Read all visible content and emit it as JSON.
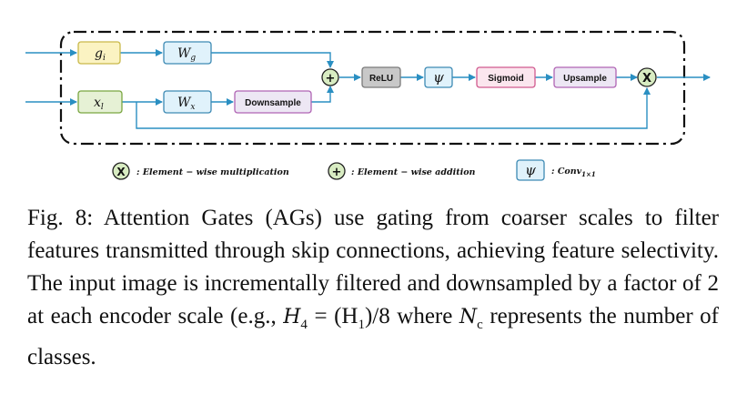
{
  "diagram": {
    "blocks": {
      "gi": {
        "base": "g",
        "sub": "i",
        "fill": "#fbf3c2",
        "stroke": "#c9b94a"
      },
      "wg": {
        "base": "W",
        "sub": "g",
        "fill": "#e0f2fb",
        "stroke": "#3d8ab4"
      },
      "xl": {
        "base": "x",
        "sub": "l",
        "fill": "#e6f1d5",
        "stroke": "#79a640"
      },
      "wx": {
        "base": "W",
        "sub": "x",
        "fill": "#e0f2fb",
        "stroke": "#3d8ab4"
      },
      "downsample": {
        "label": "Downsample",
        "fill": "#ede7f4",
        "stroke": "#b064b4"
      },
      "relu": {
        "label": "ReLU",
        "fill": "#c8c8c8",
        "stroke": "#7a7a7a"
      },
      "psi": {
        "label": "ψ",
        "fill": "#e0f2fb",
        "stroke": "#3d8ab4"
      },
      "sigmoid": {
        "label": "Sigmoid",
        "fill": "#fbe6ee",
        "stroke": "#d15a8f"
      },
      "upsample": {
        "label": "Upsample",
        "fill": "#ede7f4",
        "stroke": "#b064b4"
      }
    },
    "add_symbol": "+",
    "mult_symbol": "X",
    "arrow_color": "#2a8fc2",
    "add_fill": "#d8ecc2",
    "mult_fill": "#d8ecc2",
    "legend": {
      "mult": {
        "symbol": "X",
        "text": ": Element − wise multiplication"
      },
      "add": {
        "symbol": "+",
        "text": ": Element − wise addition"
      },
      "conv": {
        "symbol": "ψ",
        "text": ": Conv",
        "sub": "1×1"
      }
    }
  },
  "caption": {
    "fig": "Fig. 8:",
    "text1": "Attention Gates (AGs) use gating from coarser scales to filter features transmitted through skip connections, achieving feature selectivity. The input image is incrementally filtered and downsampled by a factor of 2 at each encoder scale (e.g., ",
    "math1": "H",
    "math1_sub": "4",
    "math1_rest": " = (H",
    "math1_sub2": "1",
    "math1_end": ")/8",
    "text2": " where ",
    "math2": "N",
    "math2_sub": "c",
    "text3": " represents the number of classes."
  }
}
